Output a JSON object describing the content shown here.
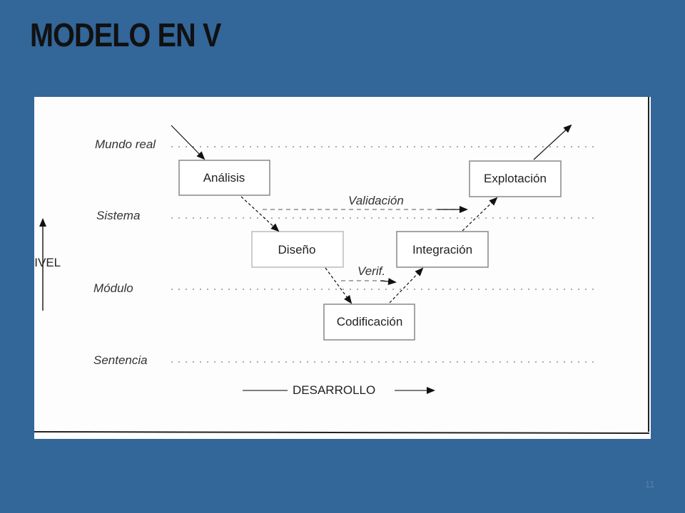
{
  "title": "MODELO EN V",
  "page_number": "11",
  "levels": [
    "Mundo real",
    "Sistema",
    "Módulo",
    "Sentencia"
  ],
  "phases": [
    "Análisis",
    "Diseño",
    "Codificación",
    "Integración",
    "Explotación"
  ],
  "annotations": {
    "validation": "Validación",
    "verification": "Verif."
  },
  "axes": {
    "vertical": "NIVEL",
    "horizontal": "DESARROLLO"
  }
}
